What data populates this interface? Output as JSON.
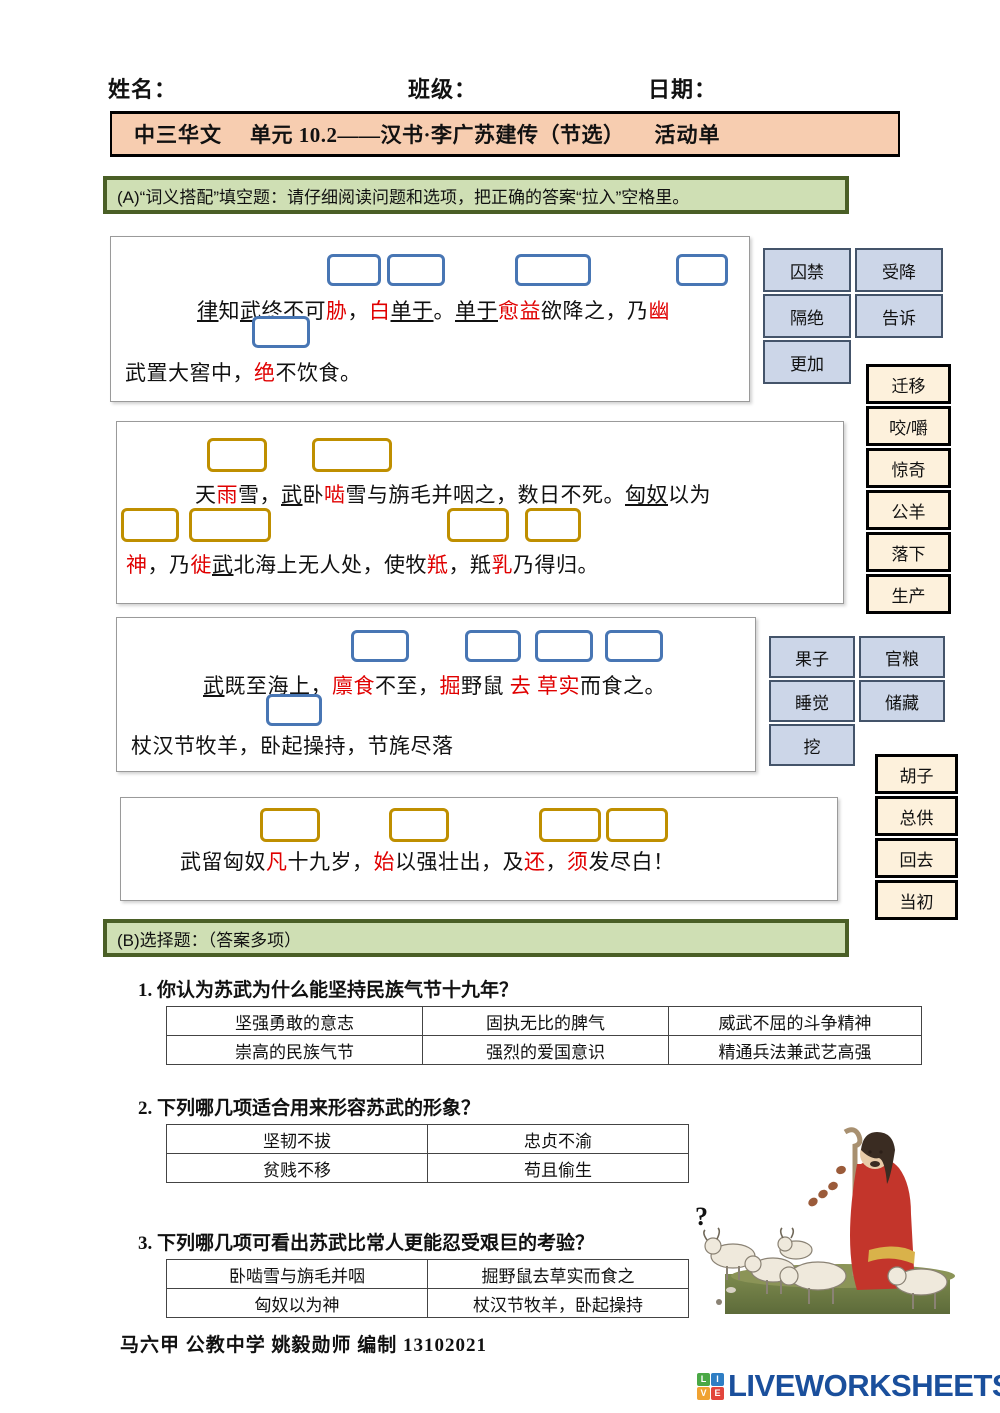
{
  "header": {
    "name_label": "姓名：",
    "class_label": "班级：",
    "date_label": "日期："
  },
  "title_bar": {
    "subject": "中三华文",
    "unit": "单元 10.2——汉书·李广苏建传（节选）",
    "sheet_type": "活动单",
    "bg_color": "#f7cdb0"
  },
  "sections": {
    "a_header": "(A)“词义搭配”填空题：请仔细阅读问题和选项，把正确的答案“拉入”空格里。",
    "b_header": "(B)选择题：（答案多项）",
    "header_bg": "#cfdfb4",
    "header_border": "#4a5f26"
  },
  "passages": [
    {
      "id": "passage-1",
      "box_color": "#4876b4",
      "line1": [
        {
          "t": "律",
          "s": "u"
        },
        {
          "t": "知",
          "s": ""
        },
        {
          "t": "武",
          "s": "u"
        },
        {
          "t": "终不可",
          "s": ""
        },
        {
          "t": "胁",
          "s": "red"
        },
        {
          "t": "，",
          "s": ""
        },
        {
          "t": "白",
          "s": "red"
        },
        {
          "t": "单于",
          "s": "u"
        },
        {
          "t": "。",
          "s": ""
        },
        {
          "t": "单于",
          "s": "u"
        },
        {
          "t": "愈益",
          "s": "red"
        },
        {
          "t": "欲降之，乃",
          "s": ""
        },
        {
          "t": "幽",
          "s": "red"
        }
      ],
      "line2": [
        {
          "t": "武置大窖中，",
          "s": ""
        },
        {
          "t": "绝",
          "s": "red"
        },
        {
          "t": "不饮食。",
          "s": ""
        }
      ]
    },
    {
      "id": "passage-2",
      "box_color": "#bf8f00",
      "line1": [
        {
          "t": "天",
          "s": ""
        },
        {
          "t": "雨",
          "s": "red"
        },
        {
          "t": "雪，",
          "s": ""
        },
        {
          "t": "武",
          "s": "u"
        },
        {
          "t": "卧",
          "s": ""
        },
        {
          "t": "啮",
          "s": "red"
        },
        {
          "t": "雪与旃毛并咽之，数日不死。",
          "s": ""
        },
        {
          "t": "匈奴",
          "s": "u"
        },
        {
          "t": "以为",
          "s": ""
        }
      ],
      "line2": [
        {
          "t": "神",
          "s": "red"
        },
        {
          "t": "，乃",
          "s": ""
        },
        {
          "t": "徙",
          "s": "red"
        },
        {
          "t": "武",
          "s": "u"
        },
        {
          "t": "北海上无人处，使牧",
          "s": ""
        },
        {
          "t": "羝",
          "s": "red"
        },
        {
          "t": "，羝",
          "s": ""
        },
        {
          "t": "乳",
          "s": "red"
        },
        {
          "t": "乃得归。",
          "s": ""
        }
      ]
    },
    {
      "id": "passage-3",
      "box_color": "#4876b4",
      "line1": [
        {
          "t": "武",
          "s": "u"
        },
        {
          "t": "既至海上，",
          "s": ""
        },
        {
          "t": "廪食",
          "s": "red"
        },
        {
          "t": "不至，",
          "s": ""
        },
        {
          "t": "掘",
          "s": "red"
        },
        {
          "t": "野鼠 ",
          "s": ""
        },
        {
          "t": "去",
          "s": "red"
        },
        {
          "t": " ",
          "s": ""
        },
        {
          "t": "草实",
          "s": "red"
        },
        {
          "t": "而食之。",
          "s": ""
        }
      ],
      "line2": [
        {
          "t": "杖汉节牧羊，卧起操持，节旄尽落",
          "s": ""
        }
      ]
    },
    {
      "id": "passage-4",
      "box_color": "#bf8f00",
      "line1": [
        {
          "t": "武留匈奴",
          "s": ""
        },
        {
          "t": "凡",
          "s": "red"
        },
        {
          "t": "十九岁，",
          "s": ""
        },
        {
          "t": "始",
          "s": "red"
        },
        {
          "t": "以强壮出，及",
          "s": ""
        },
        {
          "t": "还",
          "s": "red"
        },
        {
          "t": "，",
          "s": ""
        },
        {
          "t": "须",
          "s": "red"
        },
        {
          "t": "发尽白！",
          "s": ""
        }
      ]
    }
  ],
  "word_banks": [
    {
      "id": "bank-1",
      "style": "blue",
      "items": [
        "囚禁",
        "受降",
        "隔绝",
        "告诉",
        "更加"
      ]
    },
    {
      "id": "bank-2",
      "style": "gold",
      "items": [
        "迁移",
        "咬/嚼",
        "惊奇",
        "公羊",
        "落下",
        "生产"
      ]
    },
    {
      "id": "bank-3",
      "style": "blue",
      "items": [
        "果子",
        "官粮",
        "睡觉",
        "储藏",
        "挖"
      ]
    },
    {
      "id": "bank-4",
      "style": "gold",
      "items": [
        "胡子",
        "总供",
        "回去",
        "当初"
      ]
    }
  ],
  "questions": [
    {
      "number": "1.",
      "text": "你认为苏武为什么能坚持民族气节十九年？",
      "rows": [
        [
          "坚强勇敢的意志",
          "固执无比的脾气",
          "威武不屈的斗争精神"
        ],
        [
          "崇高的民族气节",
          "强烈的爱国意识",
          "精通兵法兼武艺高强"
        ]
      ]
    },
    {
      "number": "2.",
      "text": "下列哪几项适合用来形容苏武的形象？",
      "rows": [
        [
          "坚韧不拔",
          "忠贞不渝"
        ],
        [
          "贫贱不移",
          "苟且偷生"
        ]
      ]
    },
    {
      "number": "3.",
      "text": "下列哪几项可看出苏武比常人更能忍受艰巨的考验？",
      "rows": [
        [
          "卧啮雪与旃毛并咽",
          "掘野鼠去草实而食之"
        ],
        [
          "匈奴以为神",
          "杖汉节牧羊，卧起操持"
        ]
      ]
    }
  ],
  "illustration": {
    "name": "su-wu-shepherd-illustration",
    "question_mark": "?"
  },
  "footer": {
    "credit": "马六甲 公教中学 姚毅勋师 编制 13102021",
    "logo_word": "LIVEWORKSHEETS",
    "logo_tiles": [
      {
        "letter": "L",
        "color": "#4aa845"
      },
      {
        "letter": "I",
        "color": "#2f7ec4"
      },
      {
        "letter": "V",
        "color": "#f0a232"
      },
      {
        "letter": "E",
        "color": "#e2453c"
      }
    ]
  }
}
